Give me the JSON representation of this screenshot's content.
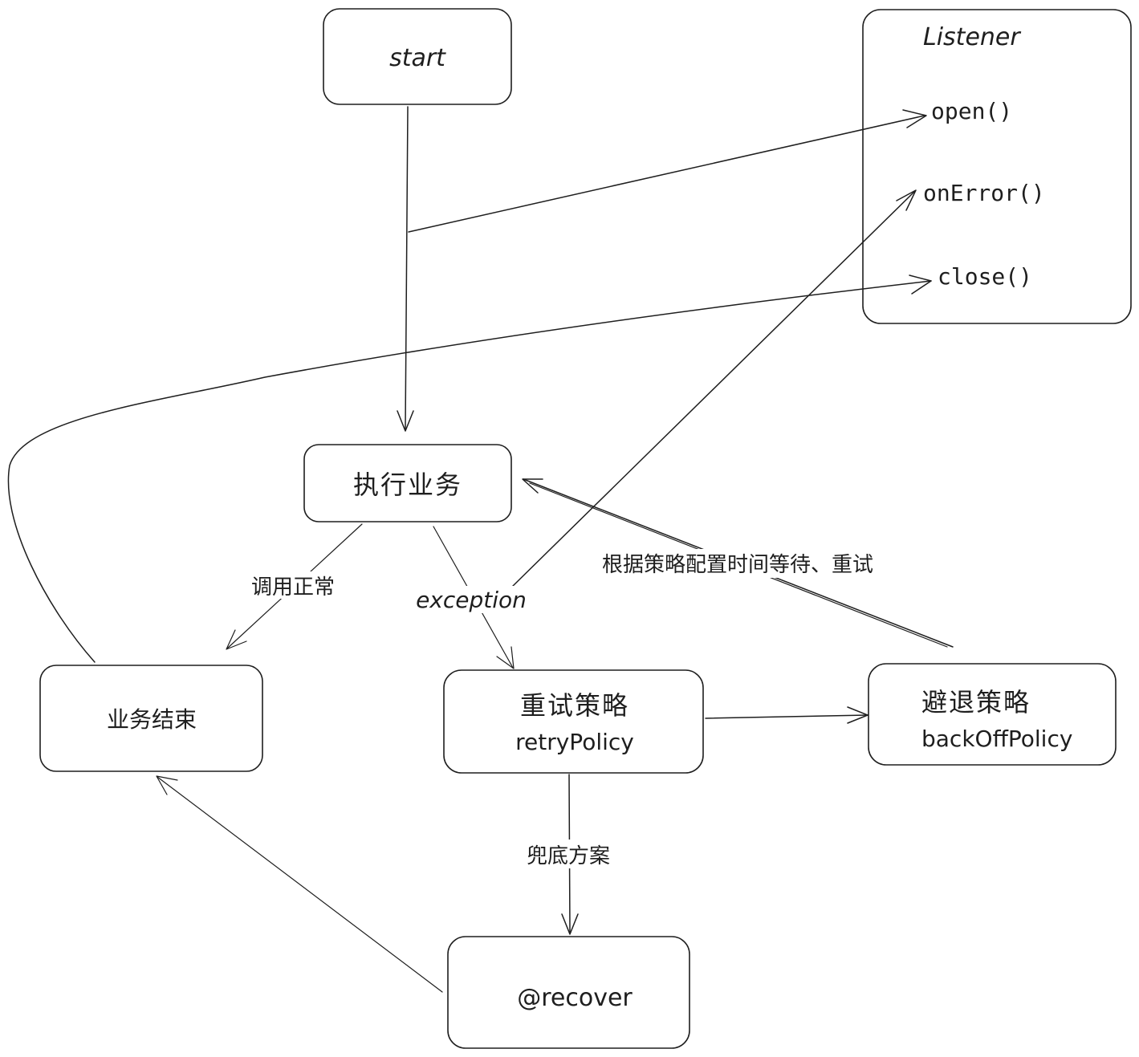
{
  "nodes": {
    "start": {
      "label": "start"
    },
    "listener": {
      "title": "Listener",
      "methods": [
        "open()",
        "onError()",
        "close()"
      ]
    },
    "execute": {
      "label": "执行业务"
    },
    "business_end": {
      "label": "业务结束"
    },
    "retry_policy": {
      "line1": "重试策略",
      "line2": "retryPolicy"
    },
    "backoff_policy": {
      "line1": "避退策略",
      "line2": "backOffPolicy"
    },
    "recover": {
      "label": "@recover"
    }
  },
  "edge_labels": {
    "normal_call": "调用正常",
    "exception": "exception",
    "wait_retry": "根据策略配置时间等待、重试",
    "fallback": "兜底方案"
  },
  "colors": {
    "stroke": "#1e1e1e",
    "background": "#ffffff"
  }
}
